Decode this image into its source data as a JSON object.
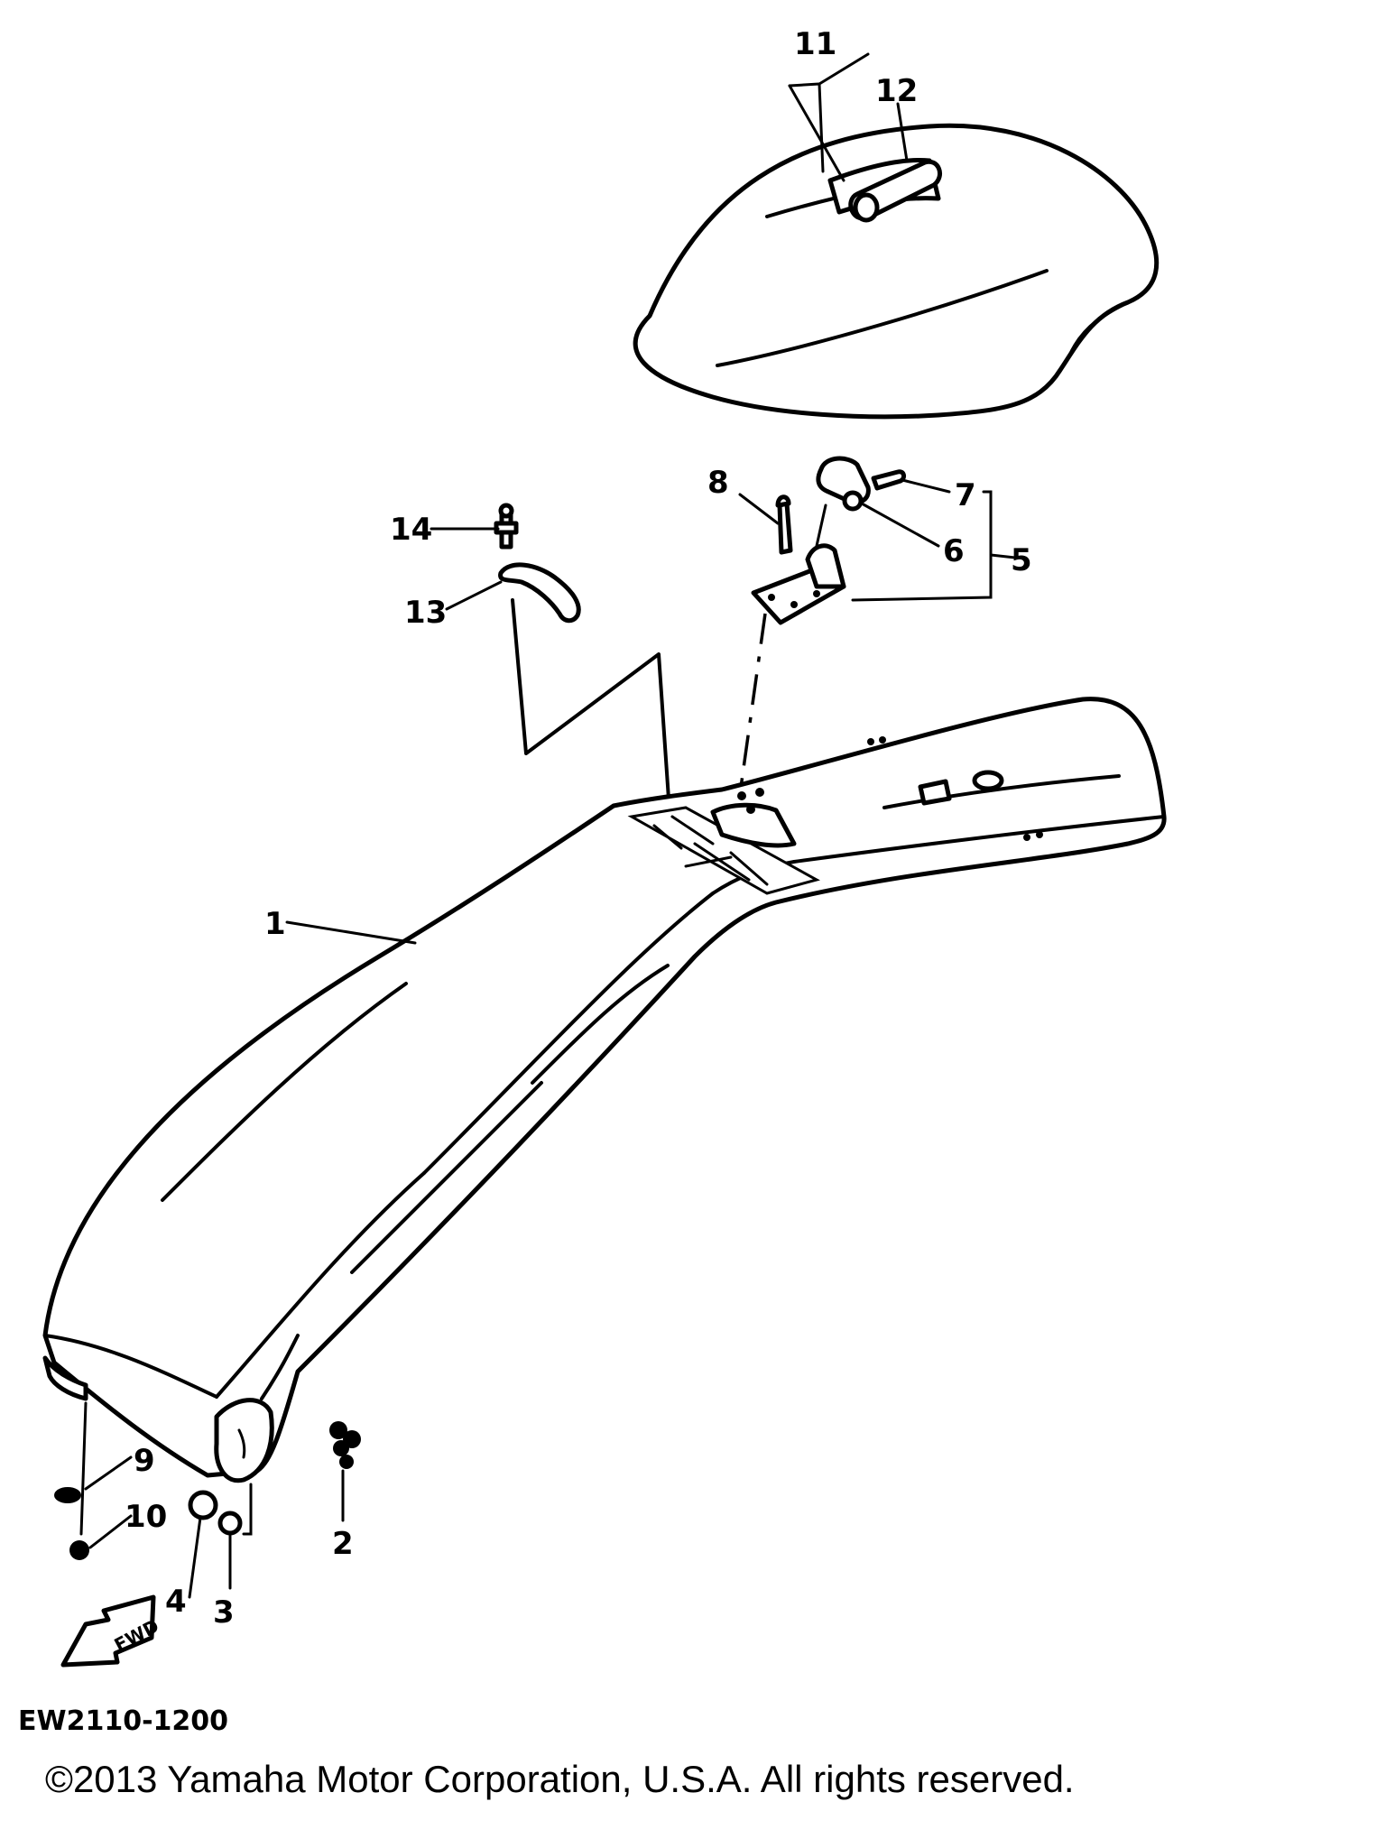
{
  "diagram": {
    "diagram_code": "EW2110-1200",
    "copyright": "©2013 Yamaha Motor Corporation, U.S.A. All rights reserved.",
    "fwd_label": "FWD",
    "callouts": {
      "c1": "1",
      "c2": "2",
      "c3": "3",
      "c4": "4",
      "c5": "5",
      "c6": "6",
      "c7": "7",
      "c8": "8",
      "c9": "9",
      "c10": "10",
      "c11": "11",
      "c12": "12",
      "c13": "13",
      "c14": "14"
    }
  }
}
